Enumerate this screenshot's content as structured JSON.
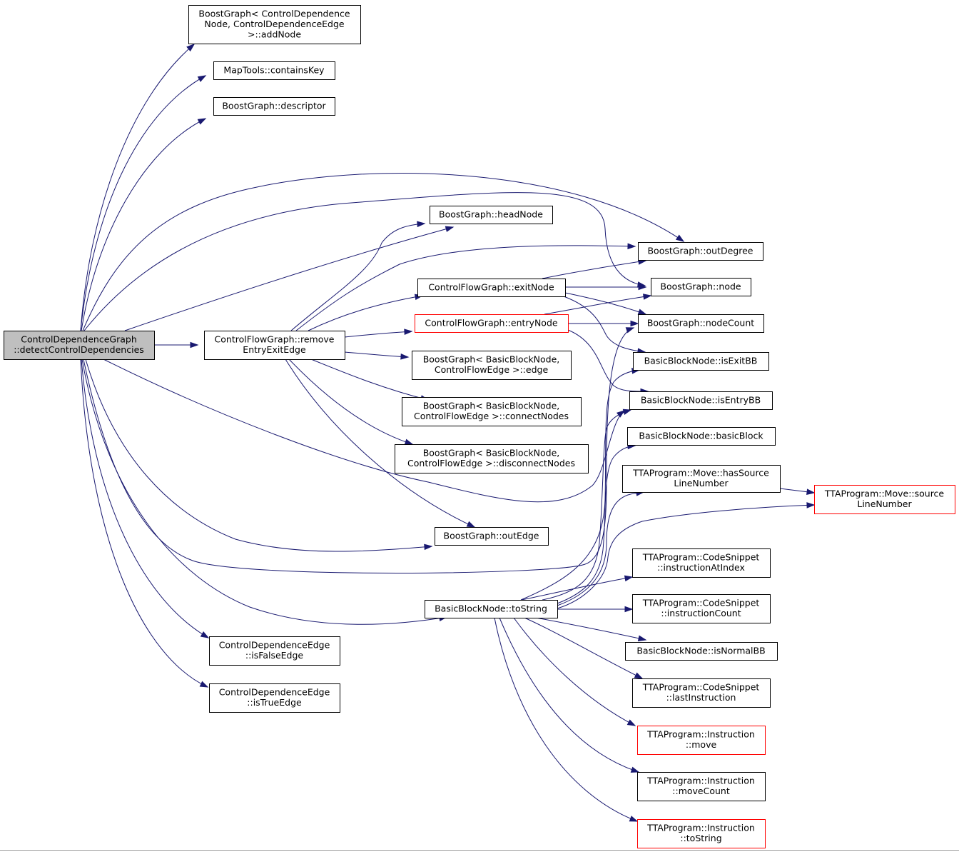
{
  "colors": {
    "edge": "#191970",
    "node_border": "#000000",
    "node_border_truncated": "#ff0000",
    "node_fill": "#ffffff",
    "root_fill": "#bfbfbf"
  },
  "nodes": [
    {
      "id": "root",
      "lines": [
        "ControlDependenceGraph",
        "::detectControlDependencies"
      ],
      "root": true
    },
    {
      "id": "addNode",
      "lines": [
        "BoostGraph< ControlDependence",
        "Node, ControlDependenceEdge",
        ">::addNode"
      ]
    },
    {
      "id": "containsKey",
      "lines": [
        "MapTools::containsKey"
      ]
    },
    {
      "id": "descriptor",
      "lines": [
        "BoostGraph::descriptor"
      ]
    },
    {
      "id": "headNode",
      "lines": [
        "BoostGraph::headNode"
      ]
    },
    {
      "id": "removeEntryExitEdge",
      "lines": [
        "ControlFlowGraph::remove",
        "EntryExitEdge"
      ]
    },
    {
      "id": "exitNode",
      "lines": [
        "ControlFlowGraph::exitNode"
      ]
    },
    {
      "id": "entryNode",
      "lines": [
        "ControlFlowGraph::entryNode"
      ],
      "truncated": true
    },
    {
      "id": "edge",
      "lines": [
        "BoostGraph< BasicBlockNode,",
        "ControlFlowEdge >::edge"
      ]
    },
    {
      "id": "connectNodes",
      "lines": [
        "BoostGraph< BasicBlockNode,",
        "ControlFlowEdge >::connectNodes"
      ]
    },
    {
      "id": "disconnectNodes",
      "lines": [
        "BoostGraph< BasicBlockNode,",
        "ControlFlowEdge >::disconnectNodes"
      ]
    },
    {
      "id": "outEdge",
      "lines": [
        "BoostGraph::outEdge"
      ]
    },
    {
      "id": "toString",
      "lines": [
        "BasicBlockNode::toString"
      ]
    },
    {
      "id": "isFalseEdge",
      "lines": [
        "ControlDependenceEdge",
        "::isFalseEdge"
      ]
    },
    {
      "id": "isTrueEdge",
      "lines": [
        "ControlDependenceEdge",
        "::isTrueEdge"
      ]
    },
    {
      "id": "outDegree",
      "lines": [
        "BoostGraph::outDegree"
      ]
    },
    {
      "id": "node",
      "lines": [
        "BoostGraph::node"
      ]
    },
    {
      "id": "nodeCount",
      "lines": [
        "BoostGraph::nodeCount"
      ]
    },
    {
      "id": "isExitBB",
      "lines": [
        "BasicBlockNode::isExitBB"
      ]
    },
    {
      "id": "isEntryBB",
      "lines": [
        "BasicBlockNode::isEntryBB"
      ]
    },
    {
      "id": "basicBlock",
      "lines": [
        "BasicBlockNode::basicBlock"
      ]
    },
    {
      "id": "hasSourceLineNumber",
      "lines": [
        "TTAProgram::Move::hasSource",
        "LineNumber"
      ]
    },
    {
      "id": "sourceLineNumber",
      "lines": [
        "TTAProgram::Move::source",
        "LineNumber"
      ],
      "truncated": true
    },
    {
      "id": "instructionAtIndex",
      "lines": [
        "TTAProgram::CodeSnippet",
        "::instructionAtIndex"
      ]
    },
    {
      "id": "instructionCount",
      "lines": [
        "TTAProgram::CodeSnippet",
        "::instructionCount"
      ]
    },
    {
      "id": "isNormalBB",
      "lines": [
        "BasicBlockNode::isNormalBB"
      ]
    },
    {
      "id": "lastInstruction",
      "lines": [
        "TTAProgram::CodeSnippet",
        "::lastInstruction"
      ]
    },
    {
      "id": "instrMove",
      "lines": [
        "TTAProgram::Instruction",
        "::move"
      ],
      "truncated": true
    },
    {
      "id": "moveCount",
      "lines": [
        "TTAProgram::Instruction",
        "::moveCount"
      ]
    },
    {
      "id": "instrToString",
      "lines": [
        "TTAProgram::Instruction",
        "::toString"
      ],
      "truncated": true
    }
  ],
  "edges": [
    {
      "from": "root",
      "to": "addNode"
    },
    {
      "from": "root",
      "to": "containsKey"
    },
    {
      "from": "root",
      "to": "descriptor"
    },
    {
      "from": "root",
      "to": "outDegree"
    },
    {
      "from": "root",
      "to": "node"
    },
    {
      "from": "root",
      "to": "headNode"
    },
    {
      "from": "root",
      "to": "removeEntryExitEdge"
    },
    {
      "from": "root",
      "to": "isEntryBB"
    },
    {
      "from": "root",
      "to": "outEdge"
    },
    {
      "from": "root",
      "to": "nodeCount"
    },
    {
      "from": "root",
      "to": "toString"
    },
    {
      "from": "root",
      "to": "isFalseEdge"
    },
    {
      "from": "root",
      "to": "isTrueEdge"
    },
    {
      "from": "removeEntryExitEdge",
      "to": "headNode"
    },
    {
      "from": "removeEntryExitEdge",
      "to": "outDegree"
    },
    {
      "from": "removeEntryExitEdge",
      "to": "exitNode"
    },
    {
      "from": "removeEntryExitEdge",
      "to": "entryNode"
    },
    {
      "from": "removeEntryExitEdge",
      "to": "edge"
    },
    {
      "from": "removeEntryExitEdge",
      "to": "connectNodes"
    },
    {
      "from": "removeEntryExitEdge",
      "to": "disconnectNodes"
    },
    {
      "from": "removeEntryExitEdge",
      "to": "outEdge"
    },
    {
      "from": "exitNode",
      "to": "outDegree"
    },
    {
      "from": "exitNode",
      "to": "node"
    },
    {
      "from": "exitNode",
      "to": "nodeCount"
    },
    {
      "from": "exitNode",
      "to": "isExitBB"
    },
    {
      "from": "entryNode",
      "to": "node"
    },
    {
      "from": "entryNode",
      "to": "nodeCount"
    },
    {
      "from": "entryNode",
      "to": "isEntryBB"
    },
    {
      "from": "toString",
      "to": "isExitBB"
    },
    {
      "from": "toString",
      "to": "isEntryBB"
    },
    {
      "from": "toString",
      "to": "basicBlock"
    },
    {
      "from": "toString",
      "to": "hasSourceLineNumber"
    },
    {
      "from": "toString",
      "to": "sourceLineNumber"
    },
    {
      "from": "toString",
      "to": "instructionAtIndex"
    },
    {
      "from": "toString",
      "to": "instructionCount"
    },
    {
      "from": "toString",
      "to": "isNormalBB"
    },
    {
      "from": "toString",
      "to": "lastInstruction"
    },
    {
      "from": "toString",
      "to": "instrMove"
    },
    {
      "from": "toString",
      "to": "moveCount"
    },
    {
      "from": "toString",
      "to": "instrToString"
    },
    {
      "from": "hasSourceLineNumber",
      "to": "sourceLineNumber"
    }
  ]
}
